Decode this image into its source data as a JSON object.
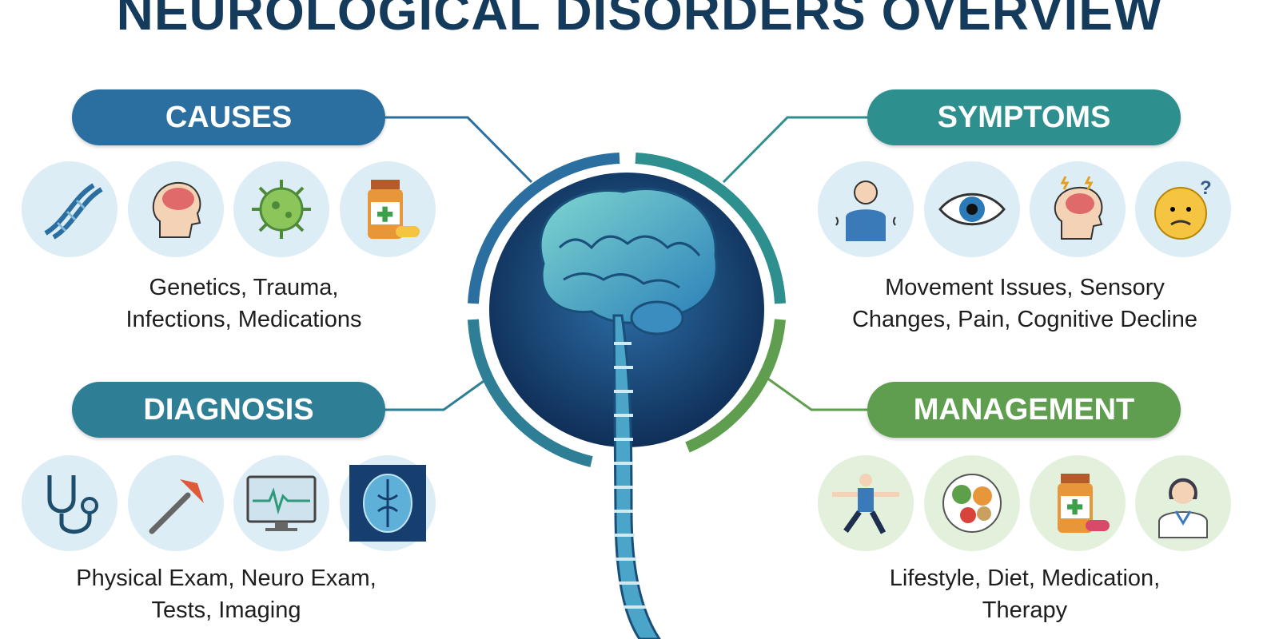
{
  "title": "NEUROLOGICAL DISORDERS OVERVIEW",
  "sections": {
    "causes": {
      "label": "CAUSES",
      "color": "#2a6fa0",
      "line1": "Genetics, Trauma,",
      "line2": "Infections, Medications",
      "icons": [
        "dna-icon",
        "head-injury-icon",
        "virus-icon",
        "medication-bottle-icon"
      ]
    },
    "symptoms": {
      "label": "SYMPTOMS",
      "color": "#2e8f8f",
      "line1": "Movement Issues, Sensory",
      "line2": "Changes, Pain, Cognitive Decline",
      "icons": [
        "tremor-person-icon",
        "eye-icon",
        "head-pain-icon",
        "confused-face-icon"
      ]
    },
    "diagnosis": {
      "label": "DIAGNOSIS",
      "color": "#2e7f96",
      "line1": "Physical Exam, Neuro Exam,",
      "line2": "Tests, Imaging",
      "icons": [
        "stethoscope-icon",
        "reflex-hammer-icon",
        "monitor-ecg-icon",
        "brain-scan-icon"
      ]
    },
    "management": {
      "label": "MANAGEMENT",
      "color": "#5e9e4e",
      "line1": "Lifestyle, Diet, Medication,",
      "line2": "Therapy",
      "icons": [
        "exercise-icon",
        "healthy-diet-icon",
        "medication-icon",
        "doctor-icon"
      ]
    }
  },
  "center": {
    "icon": "brain-spine-icon",
    "background": "#163e6e"
  }
}
